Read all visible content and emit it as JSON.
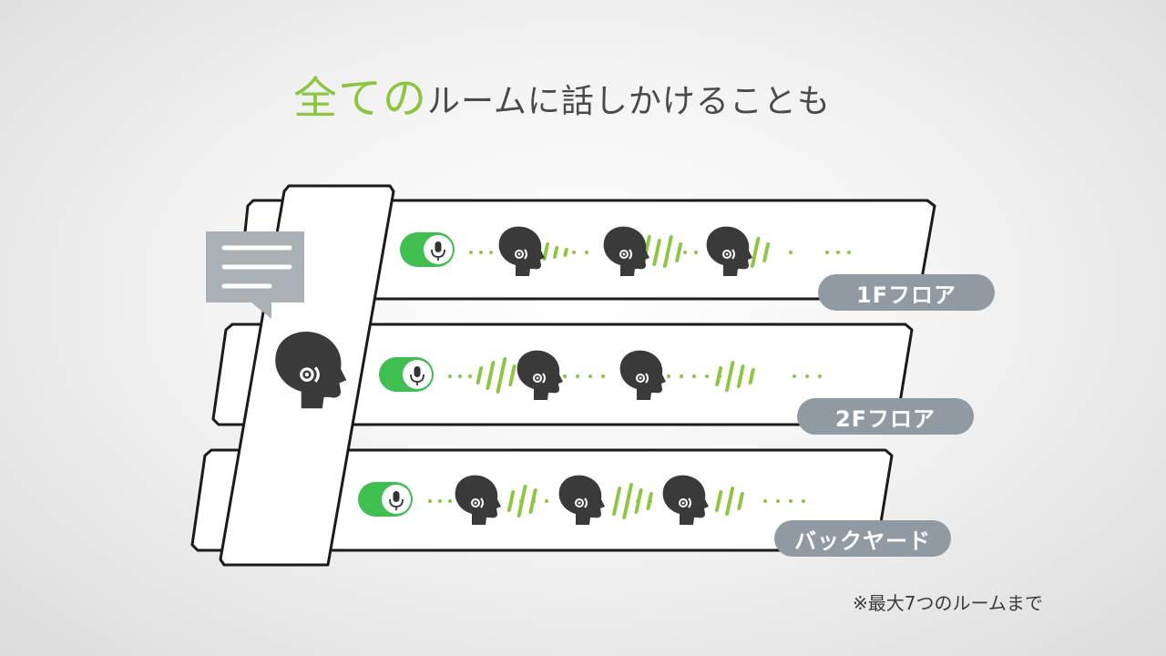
{
  "title": {
    "highlight": "全ての",
    "rest": "ルームに話しかけることも"
  },
  "rooms": [
    {
      "label": "1Fフロア",
      "mic_on": true
    },
    {
      "label": "2Fフロア",
      "mic_on": true
    },
    {
      "label": "バックヤード",
      "mic_on": true
    }
  ],
  "note": "※最大7つのルームまで",
  "colors": {
    "accent": "#8cc63f",
    "toggle": "#3fbf4f",
    "label_bg": "#8f9aa2",
    "head": "#3a3a3a",
    "chat_bubble": "#a9b1b7"
  },
  "icons": {
    "speaker": "head-silhouette-icon",
    "chat": "chat-bubble-icon",
    "mic": "microphone-icon"
  }
}
